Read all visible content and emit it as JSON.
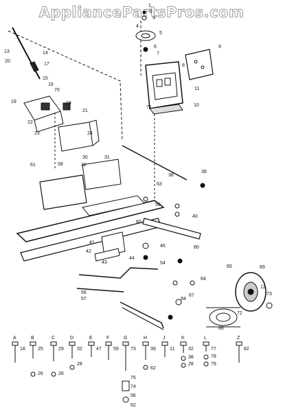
{
  "watermark": "AppliancePartsPros.com",
  "callouts": [
    {
      "id": "c1",
      "text": "1"
    },
    {
      "id": "c2",
      "text": "2"
    },
    {
      "id": "c3",
      "text": "3"
    },
    {
      "id": "c4",
      "text": "4"
    },
    {
      "id": "c5",
      "text": "5"
    },
    {
      "id": "c6",
      "text": "6"
    },
    {
      "id": "c7",
      "text": "7"
    },
    {
      "id": "c8",
      "text": "8"
    },
    {
      "id": "c9",
      "text": "9"
    },
    {
      "id": "c10",
      "text": "10"
    },
    {
      "id": "c11",
      "text": "11"
    },
    {
      "id": "c12",
      "text": "12"
    },
    {
      "id": "c13",
      "text": "13"
    },
    {
      "id": "c14",
      "text": "14"
    },
    {
      "id": "c15",
      "text": "15"
    },
    {
      "id": "c16",
      "text": "16"
    },
    {
      "id": "c17",
      "text": "17"
    },
    {
      "id": "c18",
      "text": "18"
    },
    {
      "id": "c19",
      "text": "19"
    },
    {
      "id": "c20",
      "text": "20"
    },
    {
      "id": "c21",
      "text": "21"
    },
    {
      "id": "c22",
      "text": "22"
    },
    {
      "id": "c23",
      "text": "23"
    },
    {
      "id": "c24",
      "text": "24"
    },
    {
      "id": "c30",
      "text": "30"
    },
    {
      "id": "c31",
      "text": "31"
    },
    {
      "id": "c32",
      "text": "32"
    },
    {
      "id": "c36",
      "text": "36"
    },
    {
      "id": "c38",
      "text": "38"
    },
    {
      "id": "c40",
      "text": "40"
    },
    {
      "id": "c41",
      "text": "41"
    },
    {
      "id": "c42",
      "text": "42"
    },
    {
      "id": "c43",
      "text": "43"
    },
    {
      "id": "c44",
      "text": "44"
    },
    {
      "id": "c46",
      "text": "46"
    },
    {
      "id": "c50",
      "text": "50"
    },
    {
      "id": "c54",
      "text": "54"
    },
    {
      "id": "c56",
      "text": "56"
    },
    {
      "id": "c57",
      "text": "57"
    },
    {
      "id": "c58",
      "text": "58"
    },
    {
      "id": "c60",
      "text": "60"
    },
    {
      "id": "c61",
      "text": "61"
    },
    {
      "id": "c63",
      "text": "63"
    },
    {
      "id": "c64",
      "text": "64"
    },
    {
      "id": "c65",
      "text": "65"
    },
    {
      "id": "c67",
      "text": "67"
    },
    {
      "id": "c69",
      "text": "69"
    },
    {
      "id": "c70",
      "text": "70"
    },
    {
      "id": "c71",
      "text": "71"
    },
    {
      "id": "c72",
      "text": "72"
    },
    {
      "id": "c73",
      "text": "73"
    },
    {
      "id": "c80",
      "text": "80"
    },
    {
      "id": "c84",
      "text": "84"
    },
    {
      "id": "c86",
      "text": "86"
    }
  ],
  "hardware": [
    {
      "letter": "A",
      "numbers": [
        "18"
      ]
    },
    {
      "letter": "B",
      "numbers": [
        "25",
        "26"
      ]
    },
    {
      "letter": "C",
      "numbers": [
        "29",
        "26"
      ]
    },
    {
      "letter": "D",
      "numbers": [
        "32",
        "28"
      ]
    },
    {
      "letter": "E",
      "numbers": [
        "47"
      ]
    },
    {
      "letter": "F",
      "numbers": [
        "59"
      ]
    },
    {
      "letter": "G",
      "numbers": [
        "73",
        "75",
        "74",
        "56",
        "62"
      ]
    },
    {
      "letter": "H",
      "numbers": [
        "39",
        "62"
      ]
    },
    {
      "letter": "J",
      "numbers": [
        "11"
      ]
    },
    {
      "letter": "K",
      "numbers": [
        "32",
        "38",
        "28"
      ]
    },
    {
      "letter": "L",
      "numbers": [
        "77",
        "78",
        "79"
      ]
    },
    {
      "letter": "Z",
      "numbers": [
        "82"
      ]
    }
  ]
}
